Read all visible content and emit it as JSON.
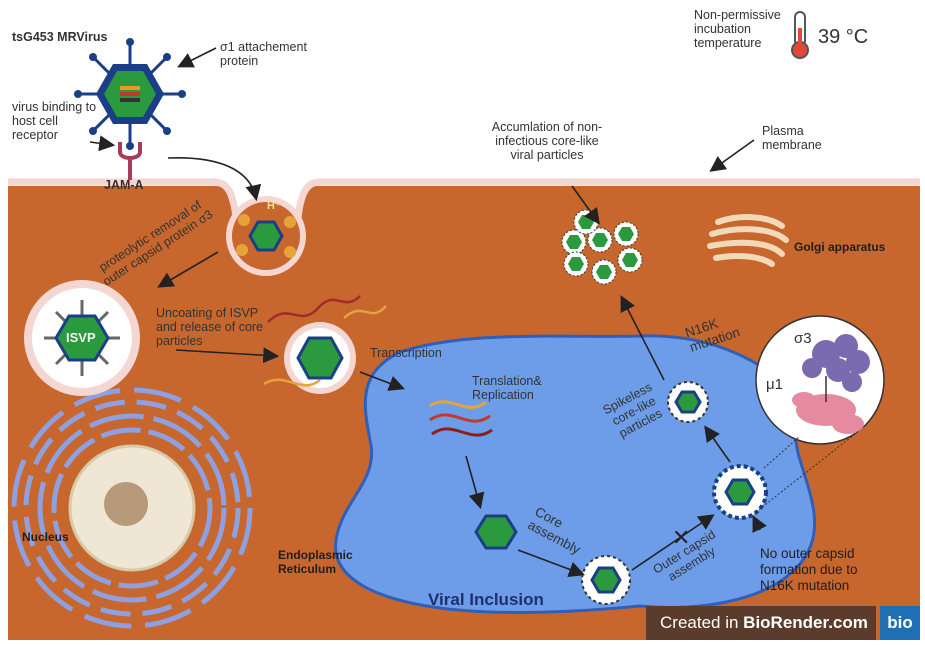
{
  "labels": {
    "virus_name": "tsG453 MRVirus",
    "attachment_protein": "σ1 attachement protein",
    "virus_binding": "virus binding to host cell receptor",
    "jam_a": "JAM-A",
    "temp_note": "Non-permissive incubation temperature",
    "temperature": "39 °C",
    "plasma_membrane": "Plasma membrane",
    "accumulation": "Accumlation of non-infectious core-like viral particles",
    "golgi": "Golgi apparatus",
    "proteolytic": "proteolytic removal of outer capsid protein σ3",
    "isvp": "ISVP",
    "uncoating": "Uncoating of ISVP and release of core particles",
    "transcription": "Transcription",
    "translation": "Translation& Replication",
    "spikeless": "Spikeless core-like particles",
    "n16k": "N16K mutation",
    "sigma3": "σ3",
    "mu1": "μ1",
    "core_assembly": "Core assembly",
    "outer_capsid_assembly": "Outer capsid assembly",
    "no_outer_capsid": "No outer capsid formation due to N16K mutation",
    "nucleus": "Nucleus",
    "er": "Endoplasmic Reticulum",
    "viral_inclusion": "Viral Inclusion",
    "h_plus": "H⁺"
  },
  "credit": {
    "prefix": "Created in ",
    "brand": "BioRender.com",
    "badge": "bio"
  },
  "colors": {
    "cytoplasm": "#c7672e",
    "membrane": "#f4d6d2",
    "inclusion": "#6d9de8",
    "virus_core": "#2b9a3e",
    "virus_shell": "#1b3f86",
    "nucleus": "#efe6d4",
    "er": "#8fa0e0",
    "golgi": "#f3d9b8"
  }
}
